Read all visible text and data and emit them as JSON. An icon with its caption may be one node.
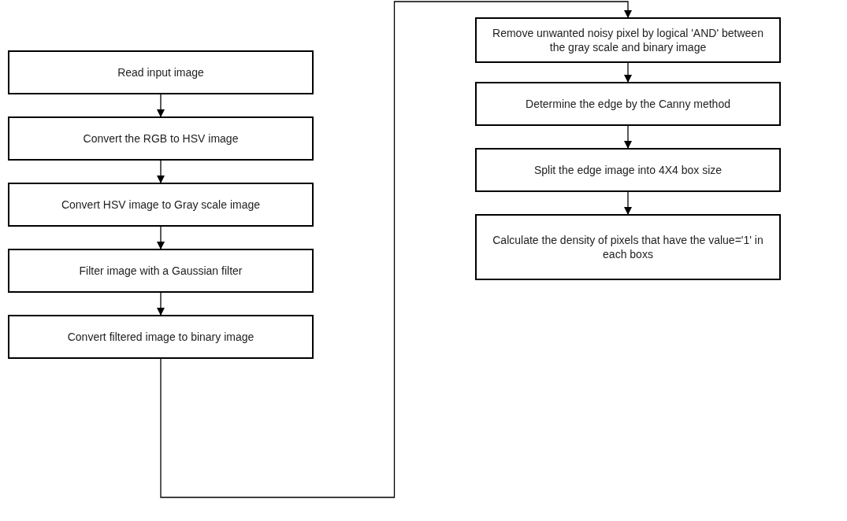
{
  "diagram": {
    "nodes": [
      {
        "text": [
          "Read input image"
        ]
      },
      {
        "text": [
          "Convert the RGB to HSV image"
        ]
      },
      {
        "text": [
          "Convert HSV image to Gray scale image"
        ]
      },
      {
        "text": [
          "Filter image with a Gaussian filter"
        ]
      },
      {
        "text": [
          "Convert filtered image to binary image"
        ]
      },
      {
        "text": [
          "Remove unwanted noisy pixel by logical 'AND' between the gray scale and binary image"
        ]
      },
      {
        "text": [
          "Determine the edge by the Canny method"
        ]
      },
      {
        "text": [
          "Split the edge image into 4X4 box size"
        ]
      },
      {
        "text": [
          "Calculate the density of pixels that have the value='1' in each boxs"
        ]
      }
    ],
    "edges": [
      {
        "from": 0,
        "to": 1,
        "arrow": "to"
      },
      {
        "from": 1,
        "to": 2,
        "arrow": "to"
      },
      {
        "from": 2,
        "to": 3,
        "arrow": "to"
      },
      {
        "from": 3,
        "to": 4,
        "arrow": "to"
      },
      {
        "from": 4,
        "to": 5,
        "arrow": "to"
      },
      {
        "from": 5,
        "to": 6,
        "arrow": "to"
      },
      {
        "from": 6,
        "to": 7,
        "arrow": "to"
      },
      {
        "from": 7,
        "to": 8,
        "arrow": "to"
      }
    ]
  }
}
